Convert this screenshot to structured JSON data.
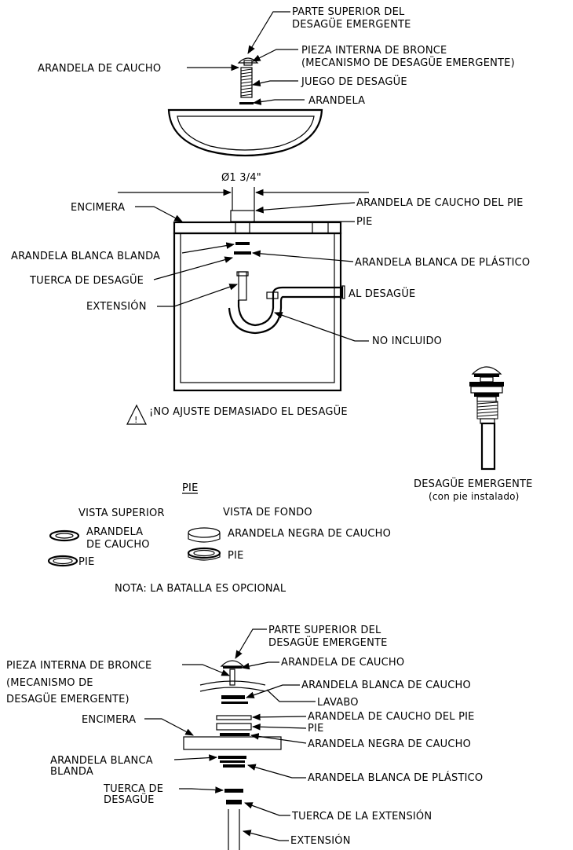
{
  "labels": {
    "parte_superior_1": "PARTE SUPERIOR DEL",
    "parte_superior_2": "DESAGÜE EMERGENTE",
    "pieza_interna_1": "PIEZA INTERNA DE BRONCE",
    "pieza_interna_2": "(MECANISMO DE DESAGÜE EMERGENTE)",
    "arandela_caucho": "ARANDELA DE CAUCHO",
    "juego_desague": "JUEGO DE DESAGÜE",
    "arandela": "ARANDELA",
    "dimension": "Ø1 3/4\"",
    "encimera": "ENCIMERA",
    "arandela_caucho_pie": "ARANDELA DE CAUCHO DEL PIE",
    "pie": "PIE",
    "arandela_blanca_blanda": "ARANDELA BLANCA BLANDA",
    "arandela_blanca_plastico": "ARANDELA BLANCA DE PLÁSTICO",
    "tuerca_desague": "TUERCA DE DESAGÜE",
    "al_desague": "AL DESAGÜE",
    "extension": "EXTENSIÓN",
    "no_incluido": "NO INCLUIDO",
    "warning_mark": "!",
    "warning": "¡NO AJUSTE DEMASIADO EL DESAGÜE",
    "desague_emergente": "DESAGÜE EMERGENTE",
    "con_pie": "(con pie instalado)"
  },
  "pie_section": {
    "title": "PIE",
    "vista_superior": "VISTA SUPERIOR",
    "vista_fondo": "VISTA DE FONDO",
    "arandela_1": "ARANDELA",
    "arandela_2": "DE CAUCHO",
    "pie": "PIE",
    "arandela_negra": "ARANDELA NEGRA DE CAUCHO",
    "pie_fondo": "PIE",
    "nota": "NOTA: LA BATALLA ES OPCIONAL"
  },
  "bottom": {
    "parte_superior_1": "PARTE SUPERIOR DEL",
    "parte_superior_2": "DESAGÜE EMERGENTE",
    "pieza_interna_1": "PIEZA INTERNA DE BRONCE",
    "pieza_interna_2": "(MECANISMO DE",
    "pieza_interna_3": "DESAGÜE EMERGENTE)",
    "arandela_caucho": "ARANDELA DE CAUCHO",
    "arandela_blanca_caucho": "ARANDELA BLANCA DE CAUCHO",
    "lavabo": "LAVABO",
    "arandela_caucho_pie": "ARANDELA DE CAUCHO DEL PIE",
    "pie": "PIE",
    "encimera": "ENCIMERA",
    "arandela_negra": "ARANDELA NEGRA DE CAUCHO",
    "arandela_blanca_1": "ARANDELA BLANCA",
    "arandela_blanca_2": "BLANDA",
    "arandela_plastico": "ARANDELA BLANCA DE PLÁSTICO",
    "tuerca_1": "TUERCA DE",
    "tuerca_2": "DESAGÜE",
    "tuerca_extension": "TUERCA DE LA EXTENSIÓN",
    "extension": "EXTENSIÓN"
  }
}
